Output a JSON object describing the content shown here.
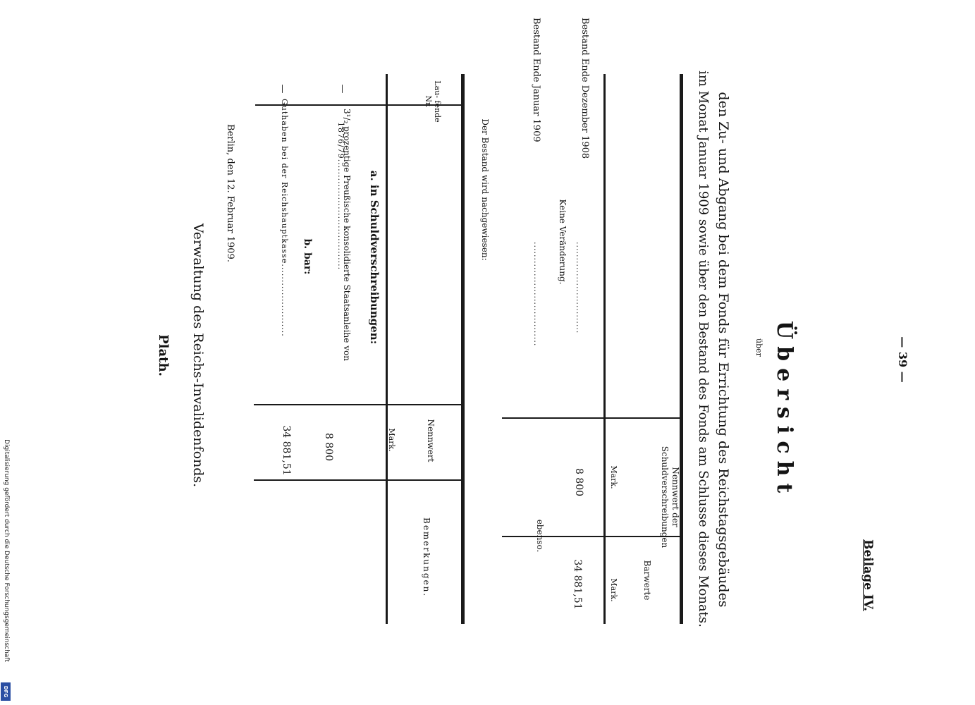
{
  "page_number": "— 39 —",
  "beilage": "Beilage IV.",
  "title": "Übersicht",
  "ueber": "über",
  "heading_line1": "den Zu- und Abgang bei dem Fonds für Errichtung des Reichstagsgebäudes",
  "heading_line2": "im Monat Januar 1909 sowie über den Bestand des Fonds am Schlusse dieses Monats.",
  "table1": {
    "headers": {
      "nennwert": "Nennwert der Schuldverschreibungen",
      "nennwert_unit": "Mark.",
      "barwerte": "Barwerte",
      "barwerte_unit": "Mark."
    },
    "rows": [
      {
        "label": "Bestand Ende Dezember 1908",
        "dots": ".............................",
        "nennwert": "8 800",
        "barwerte": "34 881,51"
      },
      {
        "label": "Keine Veränderung.",
        "dots": "",
        "nennwert": "",
        "barwerte": ""
      },
      {
        "label": "Bestand Ende Januar 1909",
        "dots": ".................................",
        "nennwert": "ebenso.",
        "barwerte": ""
      }
    ]
  },
  "nachgewiesen": "Der Bestand wird nachgewiesen:",
  "table2": {
    "headers": {
      "laufende": "Lau- fende Nr.",
      "nennwert": "Nennwert",
      "nennwert_unit": "Mark.",
      "bemerkungen": "Bemerkungen."
    },
    "section_a": "a. in Schuldverschreibungen:",
    "row_a_nr": "—",
    "row_a_text1": "3¹/₂ prozentige Preußische konsolidierte Staatsanleihe von",
    "row_a_text2": "1876/79...................................",
    "row_a_value": "8 800",
    "section_b": "b. bar:",
    "row_b_nr": "—",
    "row_b_text": "Guthaben bei der Reichshauptkasse.......................",
    "row_b_value": "34 881,51"
  },
  "ort_datum": "Berlin, den 12. Februar 1909.",
  "verwaltung": "Verwaltung des Reichs-Invalidenfonds.",
  "signature": "Plath.",
  "sidebar_text": "Digitalisierung gefördert durch die Deutsche Forschungsgemeinschaft",
  "logo_text": "DFG"
}
